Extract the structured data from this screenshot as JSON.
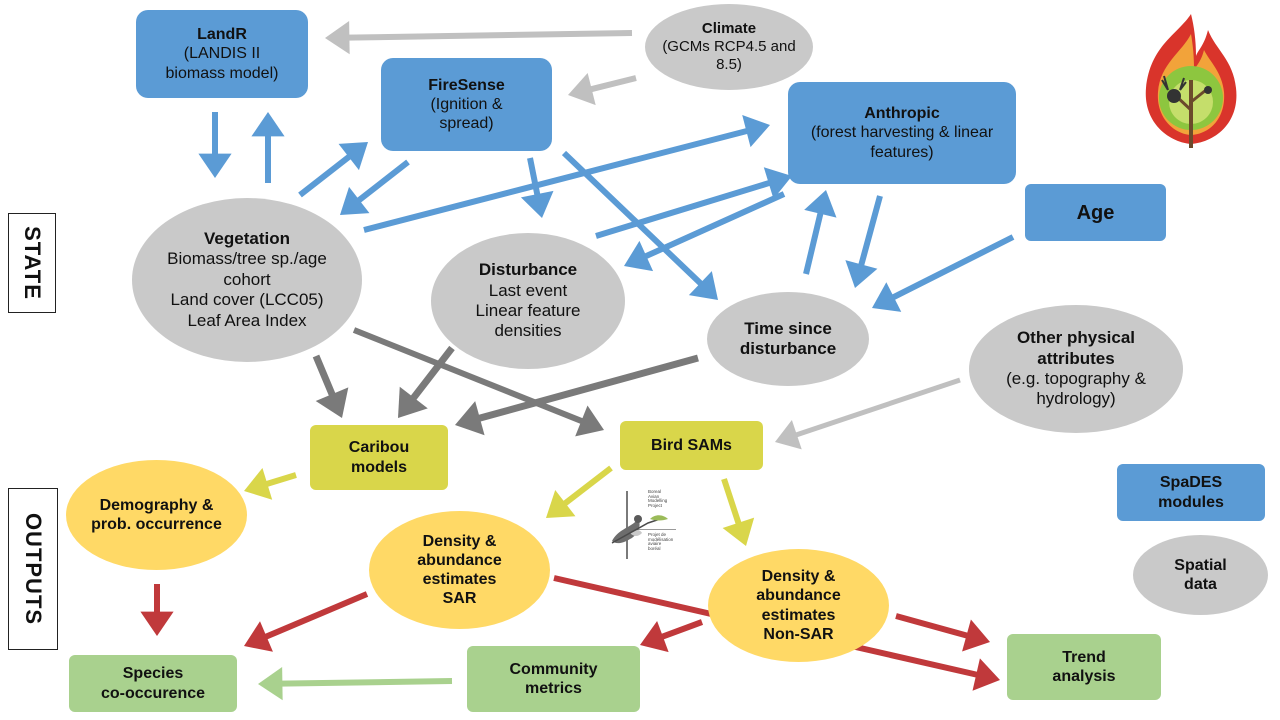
{
  "nodes": {
    "landr": {
      "title": "LandR",
      "lines": [
        "(LANDIS II",
        "biomass model)"
      ]
    },
    "climate": {
      "title": "Climate",
      "lines": [
        "(GCMs RCP4.5 and",
        "8.5)"
      ]
    },
    "firesense": {
      "title": "FireSense",
      "lines": [
        "(Ignition &",
        "spread)"
      ]
    },
    "anthropic": {
      "title": "Anthropic",
      "lines": [
        "(forest harvesting & linear",
        "features)"
      ]
    },
    "age": {
      "title": "Age"
    },
    "vegetation": {
      "title": "Vegetation",
      "lines": [
        "Biomass/tree sp./age",
        "cohort",
        "Land cover (LCC05)",
        "Leaf Area Index"
      ]
    },
    "disturbance": {
      "title": "Disturbance",
      "lines": [
        "Last event",
        "Linear feature",
        "densities"
      ]
    },
    "tsd": {
      "title": "Time since",
      "title2": "disturbance"
    },
    "otherphys": {
      "title": "Other physical",
      "title2": "attributes",
      "lines": [
        "(e.g. topography &",
        "hydrology)"
      ]
    },
    "caribou": {
      "title": "Caribou",
      "title2": "models"
    },
    "birdsams": {
      "title": "Bird SAMs"
    },
    "demography": {
      "title": "Demography &",
      "title2": "prob. occurrence"
    },
    "density_sar": {
      "title": "Density &",
      "title2": "abundance",
      "title3": "estimates",
      "title4": "SAR"
    },
    "density_nonsar": {
      "title": "Density &",
      "title2": "abundance",
      "title3": "estimates",
      "title4": "Non-SAR"
    },
    "species_co": {
      "title": "Species",
      "title2": "co-occurence"
    },
    "community": {
      "title": "Community",
      "title2": "metrics"
    },
    "trend": {
      "title": "Trend",
      "title2": "analysis"
    }
  },
  "legend": {
    "spades": {
      "title": "SpaDES",
      "title2": "modules"
    },
    "spatial": {
      "title": "Spatial",
      "title2": "data"
    }
  },
  "side_labels": {
    "state": "STATE",
    "outputs": "OUTPUTS"
  },
  "logo": {
    "lines": [
      "Boreal",
      "Avian",
      "Modelling",
      "Project"
    ],
    "lines_fr": [
      "Projet de",
      "modélisation",
      "aviaire",
      "boréal"
    ]
  },
  "colors": {
    "module_blue": "#5b9bd5",
    "data_gray": "#c9c9c9",
    "model_olive": "#d9d64a",
    "estimate_yellow": "#ffd966",
    "output_green": "#a9d18e",
    "arrow_blue": "#5b9bd5",
    "arrow_gray_light": "#c0c0c0",
    "arrow_gray_dark": "#7a7a7a",
    "arrow_yellow": "#d9d64a",
    "arrow_red": "#c0393b",
    "arrow_green": "#a9d18e"
  },
  "icons": [
    "fire-leaf-logo-icon",
    "boreal-avian-modelling-project-logo-icon"
  ]
}
